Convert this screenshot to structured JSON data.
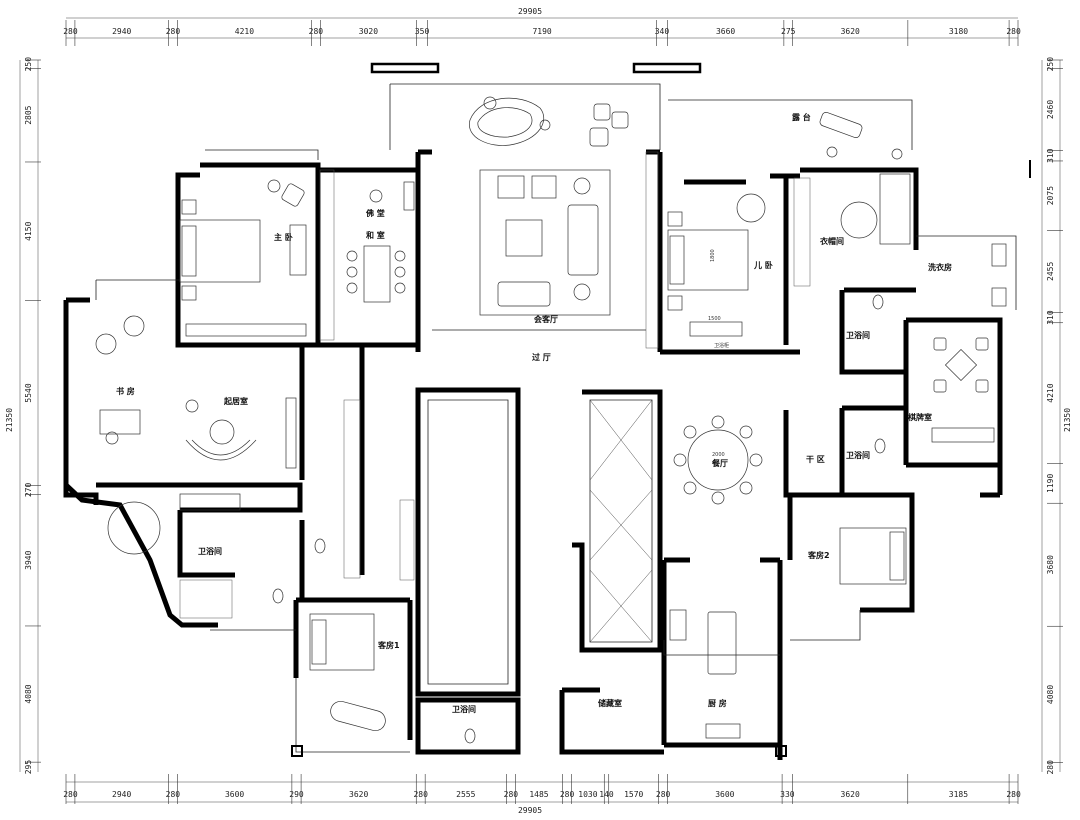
{
  "dimensions": {
    "total_top": "29905",
    "total_bottom": "29905",
    "top": [
      "280",
      "2940",
      "280",
      "4210",
      "280",
      "3020",
      "350",
      "7190",
      "340",
      "3660",
      "275",
      "3620",
      "3180",
      "280"
    ],
    "bottom": [
      "280",
      "2940",
      "280",
      "3600",
      "290",
      "3620",
      "280",
      "2555",
      "280",
      "1485",
      "280",
      "1030",
      "140",
      "1570",
      "280",
      "3600",
      "330",
      "3620",
      "3185",
      "280"
    ],
    "left": [
      "250",
      "2805",
      "4150",
      "5540",
      "270",
      "3940",
      "4080",
      "295"
    ],
    "left_total": "21350",
    "right": [
      "250",
      "2460",
      "310",
      "2075",
      "2455",
      "310",
      "4210",
      "1190",
      "3680",
      "4080",
      "280"
    ],
    "right_total": "21350"
  },
  "rooms": [
    {
      "label": "露 台"
    },
    {
      "label": "会客厅"
    },
    {
      "label": "佛 堂"
    },
    {
      "label": "和 室"
    },
    {
      "label": "主 卧"
    },
    {
      "label": "儿 卧"
    },
    {
      "label": "衣帽间"
    },
    {
      "label": "洗衣房"
    },
    {
      "label": "卫浴间"
    },
    {
      "label": "棋牌室"
    },
    {
      "label": "过 厅"
    },
    {
      "label": "书 房"
    },
    {
      "label": "起居室"
    },
    {
      "label": "餐厅"
    },
    {
      "label": "干 区"
    },
    {
      "label": "卫浴间"
    },
    {
      "label": "客房2"
    },
    {
      "label": "卫浴间"
    },
    {
      "label": "客房1"
    },
    {
      "label": "卫浴间"
    },
    {
      "label": "储藏室"
    },
    {
      "label": "厨 房"
    }
  ],
  "annotations": {
    "table_dim": "2000",
    "bed_dim": "1500",
    "bed_dim_v": "1800",
    "desk_label": "卫浴柜"
  }
}
